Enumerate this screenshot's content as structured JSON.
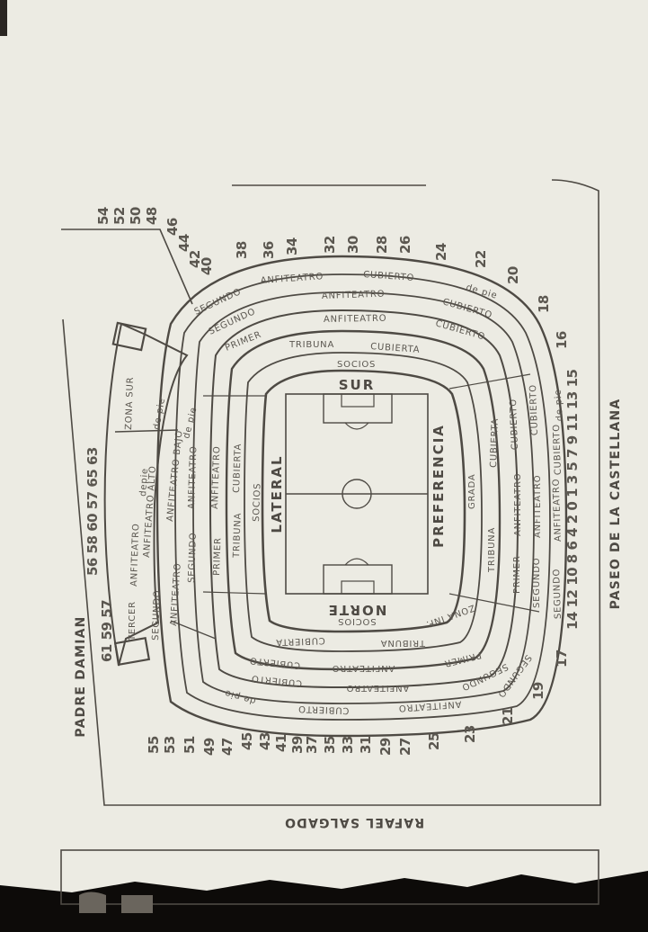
{
  "streets": {
    "right": "PASEO DE LA CASTELLANA",
    "left": "PADRE DAMIAN",
    "bottom": "RAFAEL SALGADO"
  },
  "stands": {
    "sur": "SUR",
    "norte": "NORTE",
    "lateral": "LATERAL",
    "preferencia": "PREFERENCIA"
  },
  "sur_tiers": {
    "t1": [
      "SEGUNDO",
      "ANFITEATRO",
      "CUBIERTO"
    ],
    "t1_depie": "de pie",
    "t2": [
      "SEGUNDO",
      "ANFITEATRO",
      "CUBIERTO"
    ],
    "t3": [
      "PRIMER",
      "ANFITEATRO",
      "CUBIERTO"
    ],
    "t4": [
      "TRIBUNA",
      "CUBIERTA"
    ],
    "t5": "SOCIOS"
  },
  "zona_sur": {
    "zona": "ZONA SUR",
    "r1": [
      "depie",
      "ANFITEATRO ALTO",
      "de pie"
    ],
    "r2": [
      "ANFITEATRO BAJO",
      "de pie"
    ]
  },
  "lateral_tiers": {
    "r1": [
      "TERCER",
      "ANFITEATRO"
    ],
    "r2": [
      "SEGUNDO",
      "ANFITEATRO",
      "SEGUNDO"
    ],
    "r3": [
      "ANFITEATRO"
    ],
    "r4": [
      "PRIMER",
      "ANFITEATRO"
    ],
    "r5": [
      "TRIBUNA",
      "CUBIERTA"
    ],
    "r6": "SOCIOS"
  },
  "preferencia_tiers": {
    "r1": "GRADA",
    "r2": [
      "TRIBUNA",
      "CUBIERTA"
    ],
    "r3": [
      "PRIMER",
      "ANFITEATRO",
      "CUBIERTO"
    ],
    "r4": [
      "SEGUNDO",
      "ANFITEATRO",
      "CUBIERTO"
    ],
    "r5": [
      "SEGUNDO",
      "ANFITEATRO",
      "CUBIERTO",
      "de pie"
    ]
  },
  "norte_tiers": {
    "socios": "SOCIOS",
    "zona_inf": "ZONA INF.",
    "t1": [
      "TRIBUNA",
      "CUBIERTA"
    ],
    "t2": [
      "PRIMER",
      "ANFITEATRO",
      "CUBIERTO"
    ],
    "t3": [
      "SEGUNDO",
      "ANFITEATRO",
      "CUBIERTO"
    ],
    "t4": [
      "SEGUNDO",
      "ANFITEATRO",
      "CUBIERTO",
      "de pie"
    ]
  },
  "gates": {
    "top": [
      "54",
      "52",
      "50",
      "48",
      "46",
      "44",
      "42",
      "40",
      "38",
      "36",
      "34",
      "32",
      "30",
      "28",
      "26",
      "24",
      "22",
      "20",
      "18",
      "16"
    ],
    "right": "14 12 10 8 6 4 2 0 1 3 5 7 9 11 13 15",
    "right_corner": [
      "17",
      "19",
      "21",
      "23"
    ],
    "bottom": [
      "55",
      "53",
      "51",
      "49",
      "47",
      "45",
      "43",
      "41",
      "39",
      "37",
      "35",
      "33",
      "31",
      "29",
      "27",
      "25"
    ],
    "left_upper": "56 58 60 57 65 63",
    "left_lower": "61 59 57"
  }
}
